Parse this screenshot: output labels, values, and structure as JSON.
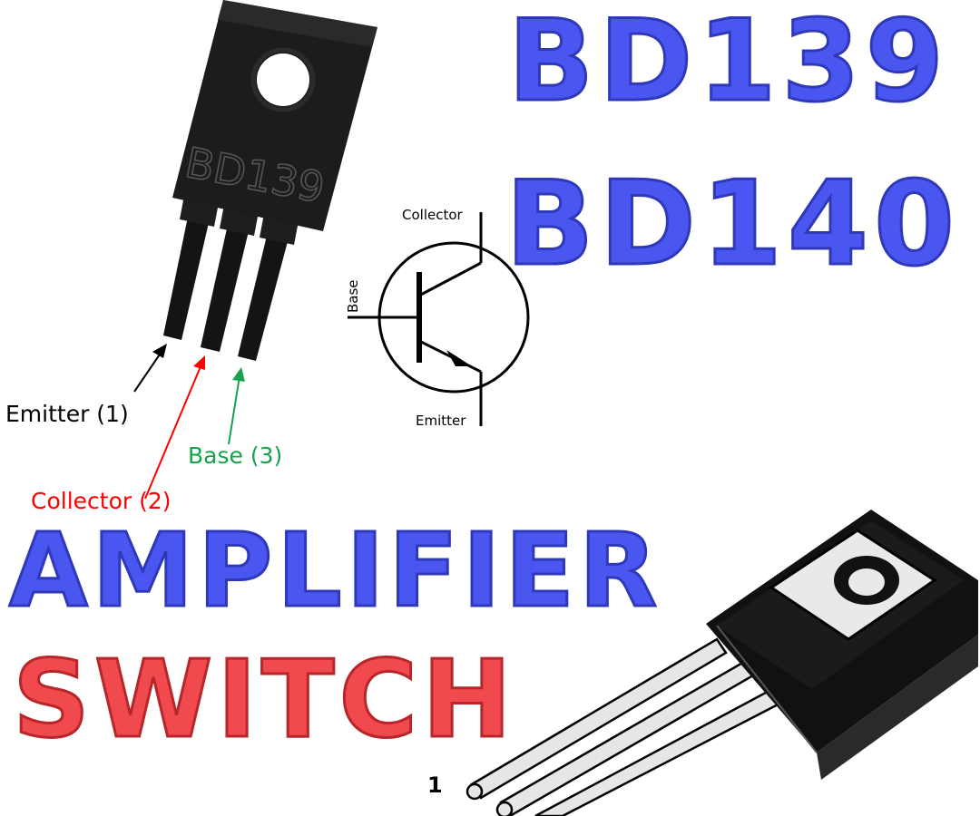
{
  "titles": {
    "part1": "BD139",
    "part2": "BD140",
    "use1": "AMPLIFIER",
    "use2": "SWITCH"
  },
  "package_marking": "BD139",
  "pinout": {
    "emitter": "Emitter (1)",
    "collector": "Collector (2)",
    "base": "Base (3)"
  },
  "symbol": {
    "collector": "Collector",
    "base": "Base",
    "emitter": "Emitter"
  },
  "photo_pin_number": "1",
  "colors": {
    "title_blue": "#4a56f0",
    "switch_red": "#f04a4e",
    "emitter_arrow": "#000000",
    "collector_arrow": "#ff0000",
    "base_arrow": "#16a34a",
    "package_body": "#1c1c1c"
  }
}
